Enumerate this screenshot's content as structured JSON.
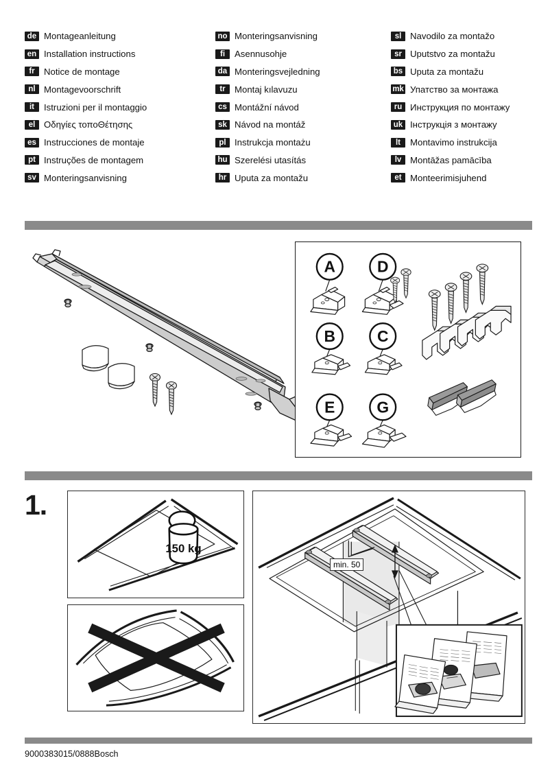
{
  "document": {
    "footer_code": "9000383015/0888Bosch",
    "divider_color": "#8a8a8a"
  },
  "languages": {
    "column1": [
      {
        "code": "de",
        "title": "Montageanleitung"
      },
      {
        "code": "en",
        "title": "Installation instructions"
      },
      {
        "code": "fr",
        "title": "Notice de montage"
      },
      {
        "code": "nl",
        "title": "Montagevoorschrift"
      },
      {
        "code": "it",
        "title": "Istruzioni per il montaggio"
      },
      {
        "code": "el",
        "title": "Οδηγίες τοποΘέτησης"
      },
      {
        "code": "es",
        "title": "Instrucciones de montaje"
      },
      {
        "code": "pt",
        "title": "Instruções de montagem"
      },
      {
        "code": "sv",
        "title": "Monteringsanvisning"
      }
    ],
    "column2": [
      {
        "code": "no",
        "title": "Monteringsanvisning"
      },
      {
        "code": "fi",
        "title": "Asennusohje"
      },
      {
        "code": "da",
        "title": "Monteringsvejledning"
      },
      {
        "code": "tr",
        "title": "Montaj kılavuzu"
      },
      {
        "code": "cs",
        "title": "Montážní návod"
      },
      {
        "code": "sk",
        "title": "Návod na montáž"
      },
      {
        "code": "pl",
        "title": "Instrukcja montażu"
      },
      {
        "code": "hu",
        "title": "Szerelési utasítás"
      },
      {
        "code": "hr",
        "title": "Uputa za montažu"
      }
    ],
    "column3": [
      {
        "code": "sl",
        "title": "Navodilo za montažo"
      },
      {
        "code": "sr",
        "title": "Uputstvo za montažu"
      },
      {
        "code": "bs",
        "title": "Uputa za montažu"
      },
      {
        "code": "mk",
        "title": "Упатство за монтажа"
      },
      {
        "code": "ru",
        "title": "Инструкция по монтажу"
      },
      {
        "code": "uk",
        "title": "Інструкція з монтажу"
      },
      {
        "code": "lt",
        "title": "Montavimo instrukcija"
      },
      {
        "code": "lv",
        "title": "Montāžas pamācība"
      },
      {
        "code": "et",
        "title": "Monteerimisjuhend"
      }
    ]
  },
  "parts_box": {
    "bracket_labels": [
      "A",
      "D",
      "B",
      "C",
      "E",
      "G"
    ],
    "short_screw_count": 2,
    "long_screw_count": 4,
    "clip_count": 4,
    "strip_count": 2,
    "strip_color": "#9a9a9a"
  },
  "product": {
    "rail_color": "#cfcfcf",
    "loose_screw_count": 2,
    "loose_strip_count": 2
  },
  "step1": {
    "number": "1.",
    "weight_label": "150 kg",
    "min_distance_label": "min. 50"
  }
}
